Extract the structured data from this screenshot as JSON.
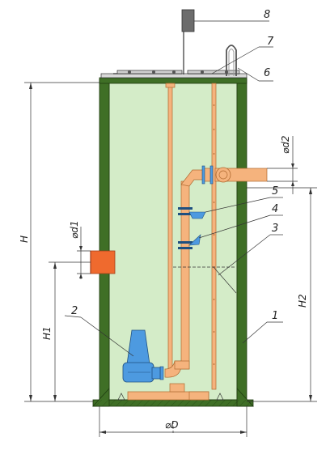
{
  "colors": {
    "wall": "#3f6f26",
    "wall_stroke": "#1e3a10",
    "interior": "#d4ecc8",
    "pipe": "#f5b37d",
    "pipe_stroke": "#b06a30",
    "pump": "#4d9ae0",
    "pump_stroke": "#1e4f80",
    "inlet": "#ef6a2e",
    "panel": "#6c6c6c",
    "line": "#333333"
  },
  "callouts": [
    "1",
    "2",
    "3",
    "4",
    "5",
    "6",
    "7",
    "8"
  ],
  "dimensions": {
    "height": "H",
    "h1": "H1",
    "h2": "H2",
    "diameter": "⌀D",
    "inlet_diameter": "⌀d1",
    "outlet_diameter": "⌀d2"
  }
}
